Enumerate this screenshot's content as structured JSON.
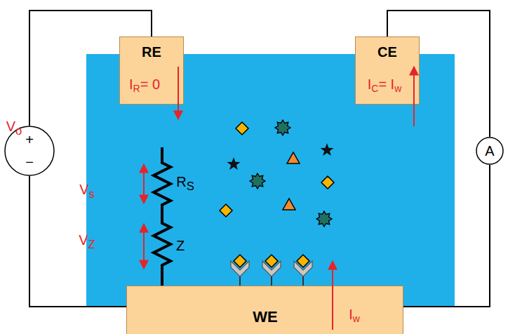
{
  "diagram": {
    "nodes": [
      {
        "text": [
          "RE",
          "IR= 0"
        ]
      },
      {
        "text": [
          "CE",
          "IC= Iw"
        ]
      },
      {
        "text": [
          "+",
          "−"
        ]
      },
      {
        "text": [
          "A"
        ]
      },
      {
        "text": [
          "WE",
          "Iw"
        ]
      }
    ],
    "edges": [
      {
        "from": 0,
        "to": 2,
        "arrow": "none"
      },
      {
        "from": 2,
        "to": 4,
        "arrow": "none"
      },
      {
        "from": 1,
        "to": 3,
        "arrow": "none"
      },
      {
        "from": 3,
        "to": 4,
        "arrow": "none"
      }
    ],
    "labels": [
      "Vo",
      "Vs",
      "RS",
      "VZ",
      "Z"
    ]
  }
}
